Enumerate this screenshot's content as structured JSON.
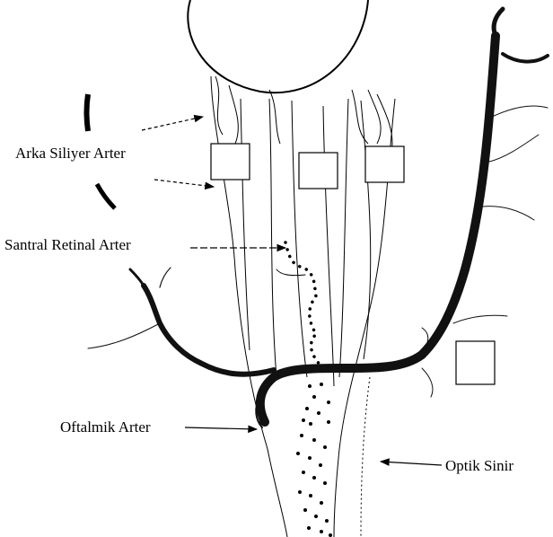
{
  "labels": {
    "posterior_ciliary": "Arka Siliyer Arter",
    "central_retinal": "Santral Retinal Arter",
    "ophthalmic": "Oftalmik Arter",
    "optic_nerve": "Optik Sinir"
  },
  "colors": {
    "ink": "#000000",
    "vessel": "#111111",
    "paper": "#ffffff"
  }
}
